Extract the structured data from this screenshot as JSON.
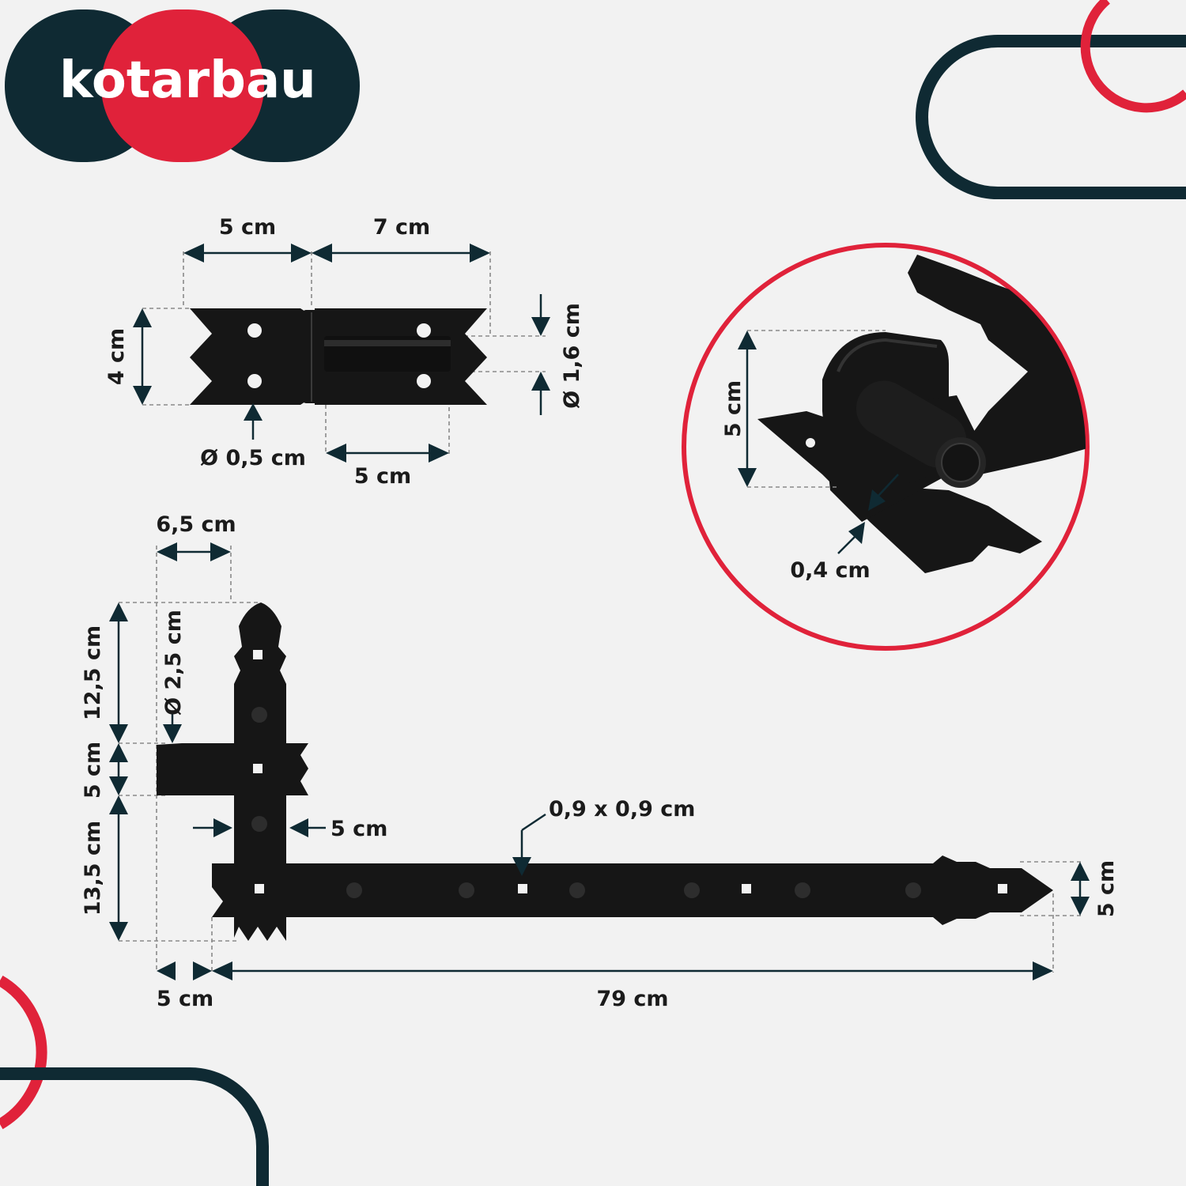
{
  "brand": {
    "name": "kotarbau",
    "colors": {
      "navy": "#0f2a33",
      "red": "#e0223a",
      "metal": "#161616",
      "background": "#f2f2f2"
    }
  },
  "small_hinge": {
    "width_left": "5 cm",
    "width_right": "7 cm",
    "height": "4 cm",
    "pin_diameter": "Ø 1,6 cm",
    "hole_diameter": "Ø 0,5 cm",
    "pin_length": "5 cm"
  },
  "detail": {
    "height": "5 cm",
    "thickness": "0,4 cm"
  },
  "large_hinge": {
    "width_top": "6,5 cm",
    "pin_diameter": "Ø 2,5 cm",
    "upper_length": "12,5 cm",
    "mid_length": "5 cm",
    "lower_length": "13,5 cm",
    "vertical_width": "5 cm",
    "square_hole": "0,9 x 0,9 cm",
    "strap_width": "5 cm",
    "offset": "5 cm",
    "strap_length": "79 cm"
  }
}
